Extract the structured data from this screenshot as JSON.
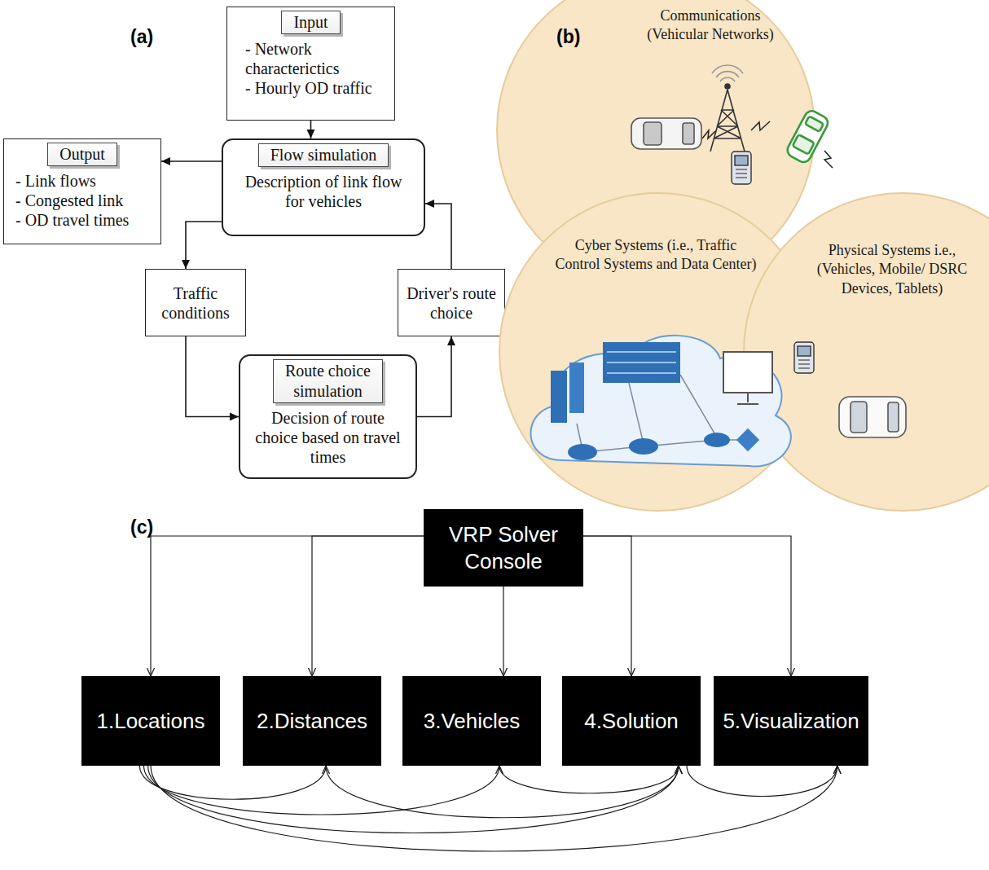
{
  "diagram": {
    "nodes": [
      {
        "text": [
          "Input",
          "- Network characterictics",
          "- Hourly OD traffic"
        ]
      },
      {
        "text": [
          "Output",
          "- Link flows",
          "- Congested link",
          "- OD travel times"
        ]
      },
      {
        "text": [
          "Flow simulation",
          "Description of link flow for vehicles"
        ]
      },
      {
        "text": [
          "Traffic conditions"
        ]
      },
      {
        "text": [
          "Driver's route choice"
        ]
      },
      {
        "text": [
          "Route choice simulation",
          "Decision of route choice based on travel times"
        ]
      },
      {
        "text": [
          "Communications (Vehicular Networks)"
        ]
      },
      {
        "text": [
          "Cyber Systems (i.e., Traffic Control Systems and Data Center)"
        ]
      },
      {
        "text": [
          "Physical Systems i.e., (Vehicles, Mobile/ DSRC Devices, Tablets)"
        ]
      },
      {
        "text": [
          "VRP Solver Console"
        ]
      },
      {
        "text": [
          "1.Locations"
        ]
      },
      {
        "text": [
          "2.Distances"
        ]
      },
      {
        "text": [
          "3.Vehicles"
        ]
      },
      {
        "text": [
          "4.Solution"
        ]
      },
      {
        "text": [
          "5.Visualization"
        ]
      }
    ],
    "edges": [
      {
        "from": 0,
        "to": 2,
        "arrow": "to"
      },
      {
        "from": 2,
        "to": 1,
        "arrow": "to"
      },
      {
        "from": 2,
        "to": 3,
        "arrow": "to"
      },
      {
        "from": 3,
        "to": 5,
        "arrow": "to"
      },
      {
        "from": 5,
        "to": 4,
        "arrow": "to"
      },
      {
        "from": 4,
        "to": 2,
        "arrow": "to"
      },
      {
        "from": 9,
        "to": 10,
        "arrow": "to"
      },
      {
        "from": 9,
        "to": 11,
        "arrow": "to"
      },
      {
        "from": 9,
        "to": 12,
        "arrow": "to"
      },
      {
        "from": 9,
        "to": 13,
        "arrow": "to"
      },
      {
        "from": 9,
        "to": 14,
        "arrow": "to"
      },
      {
        "from": 10,
        "to": 11,
        "arrow": "to"
      },
      {
        "from": 10,
        "to": 12,
        "arrow": "to"
      },
      {
        "from": 10,
        "to": 13,
        "arrow": "to"
      },
      {
        "from": 10,
        "to": 14,
        "arrow": "to"
      },
      {
        "from": 11,
        "to": 13,
        "arrow": "to"
      },
      {
        "from": 12,
        "to": 13,
        "arrow": "to"
      },
      {
        "from": 13,
        "to": 14,
        "arrow": "to"
      }
    ],
    "labels": [
      "(a)",
      "(b)",
      "(c)"
    ]
  }
}
